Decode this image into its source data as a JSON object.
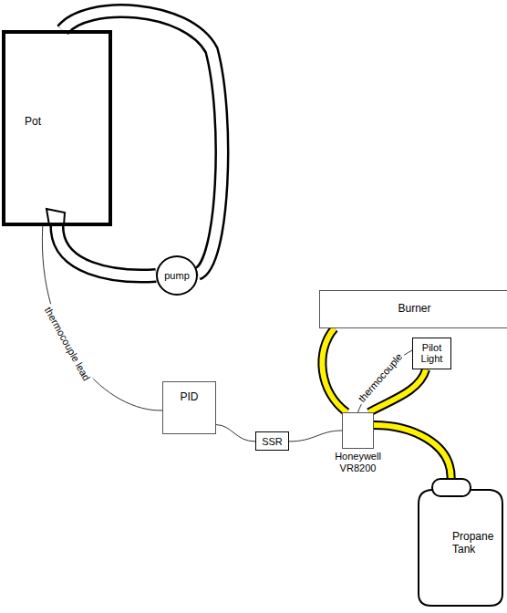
{
  "diagram": {
    "nodes": [
      {
        "text": [
          "Pot"
        ]
      },
      {
        "text": [
          "pump"
        ]
      },
      {
        "text": [
          "Burner"
        ]
      },
      {
        "text": [
          "Pilot Light"
        ]
      },
      {
        "text": [
          "PID"
        ]
      },
      {
        "text": [
          "SSR"
        ]
      },
      {
        "text": [
          "Honeywell VR8200"
        ]
      },
      {
        "text": [
          "Propane Tank"
        ]
      }
    ],
    "edges": [
      {
        "from": 0,
        "to": 1,
        "arrow": "none"
      },
      {
        "from": 1,
        "to": 0,
        "arrow": "none"
      },
      {
        "from": 0,
        "to": 4,
        "label": "thermocouple lead",
        "arrow": "none"
      },
      {
        "from": 4,
        "to": 5,
        "arrow": "none"
      },
      {
        "from": 5,
        "to": 6,
        "arrow": "none"
      },
      {
        "from": 6,
        "to": 2,
        "arrow": "none"
      },
      {
        "from": 6,
        "to": 3,
        "arrow": "none"
      },
      {
        "from": 3,
        "to": 6,
        "label": "thermocouple",
        "arrow": "none"
      },
      {
        "from": 7,
        "to": 6,
        "arrow": "none"
      }
    ]
  }
}
